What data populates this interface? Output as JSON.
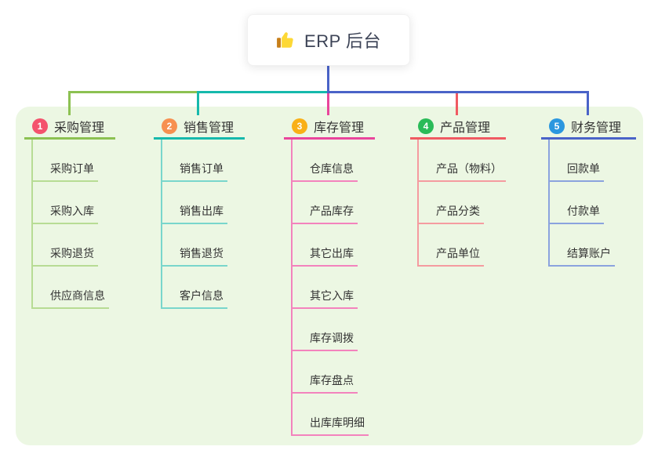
{
  "root": {
    "label": "ERP 后台",
    "icon": "thumbs-up-icon"
  },
  "branches": [
    {
      "badge": "1",
      "label": "采购管理",
      "badge_color": "#f4536d",
      "line_color": "#8cc152",
      "child_line_color": "#b7dc94",
      "children": [
        "采购订单",
        "采购入库",
        "采购退货",
        "供应商信息"
      ]
    },
    {
      "badge": "2",
      "label": "销售管理",
      "badge_color": "#f79050",
      "line_color": "#16b9ac",
      "child_line_color": "#79d6cc",
      "children": [
        "销售订单",
        "销售出库",
        "销售退货",
        "客户信息"
      ]
    },
    {
      "badge": "3",
      "label": "库存管理",
      "badge_color": "#f9b017",
      "line_color": "#e9459c",
      "child_line_color": "#f383bd",
      "children": [
        "仓库信息",
        "产品库存",
        "其它出库",
        "其它入库",
        "库存调拨",
        "库存盘点",
        "出库库明细"
      ]
    },
    {
      "badge": "4",
      "label": "产品管理",
      "badge_color": "#2abb58",
      "line_color": "#f05a62",
      "child_line_color": "#f59ba0",
      "children": [
        "产品（物料）",
        "产品分类",
        "产品单位"
      ]
    },
    {
      "badge": "5",
      "label": "财务管理",
      "badge_color": "#2b97df",
      "line_color": "#4a63c8",
      "child_line_color": "#8ba3de",
      "children": [
        "回款单",
        "付款单",
        "结算账户"
      ]
    }
  ],
  "colors": {
    "panel_bg": "#ecf7e3",
    "trunk_blue": "#5060c4",
    "card_bg": "#ffffff",
    "text": "#333333",
    "root_text": "#3c4356"
  }
}
